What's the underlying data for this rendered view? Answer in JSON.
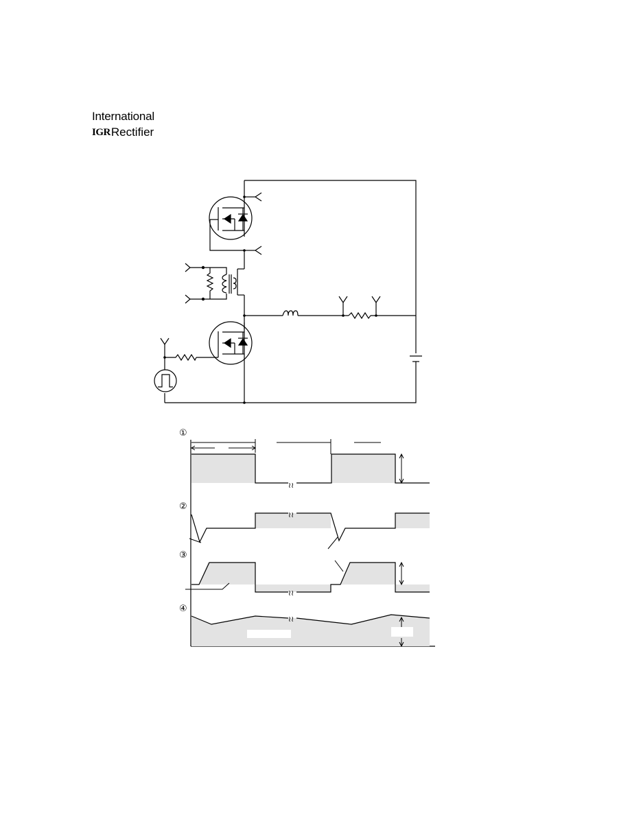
{
  "header": {
    "logo_line1": "International",
    "logo_mark": "IGR",
    "logo_word": "Rectifier"
  },
  "waveforms": {
    "step_labels": [
      "①",
      "②",
      "③",
      "④"
    ],
    "break_symbol": "≀≀"
  }
}
